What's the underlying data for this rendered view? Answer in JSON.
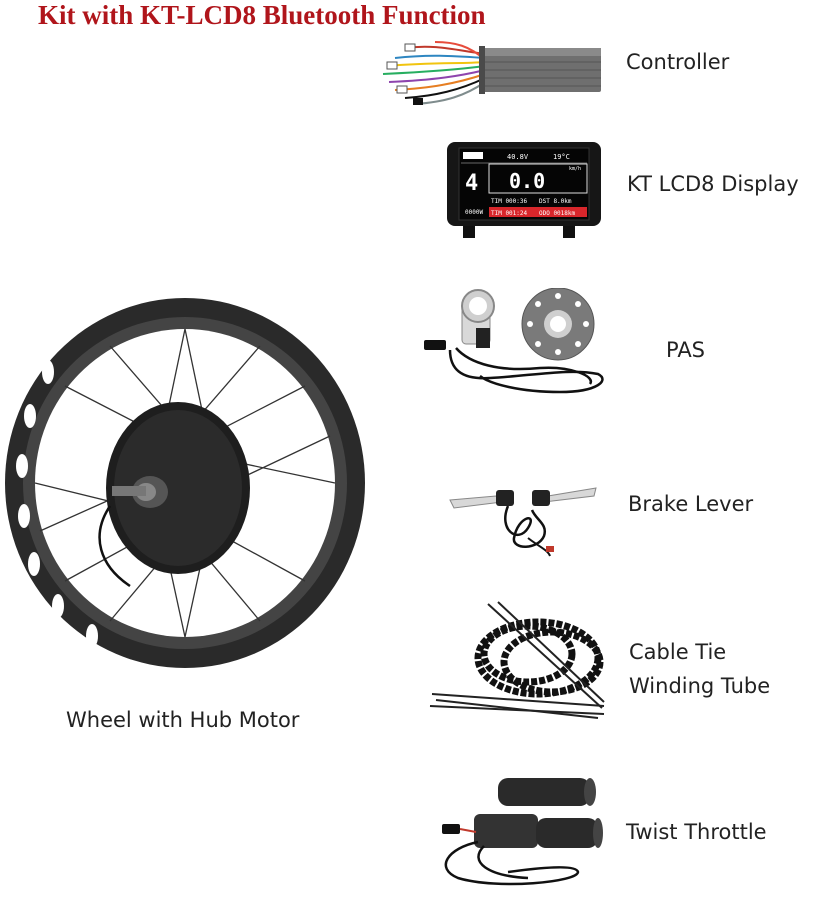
{
  "title": "Kit with KT-LCD8 Bluetooth Function",
  "items": {
    "controller": "Controller",
    "display": "KT LCD8 Display",
    "pas": "PAS",
    "brake": "Brake Lever",
    "cable_line1": "Cable Tie",
    "cable_line2": "Winding Tube",
    "wheel": "Wheel with Hub Motor",
    "throttle": "Twist Throttle"
  },
  "display_screen": {
    "voltage": "40.8V",
    "temperature": "19°C",
    "speed_unit": "km/h",
    "level": "4",
    "speed": "0.0",
    "power": "0000W",
    "tim1": "TIM 000:36",
    "dst": "DST 8.0km",
    "tim2": "TIM 001:24",
    "odo": "ODO 0018km"
  },
  "colors": {
    "title": "#b0151b",
    "text": "#222222",
    "lcd_red": "#d8262b",
    "lcd_bg": "#0a0a0a"
  }
}
